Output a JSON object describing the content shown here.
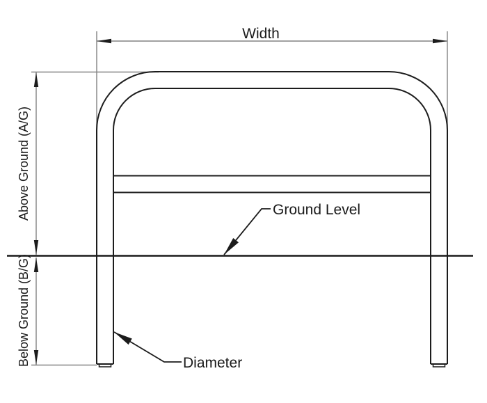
{
  "diagram": {
    "description": "Technical dimension drawing of a hoop barrier with above/below ground dimensions",
    "labels": {
      "width": "Width",
      "above_ground": "Above Ground (A/G)",
      "below_ground": "Below Ground (B/G)",
      "ground_level": "Ground Level",
      "diameter": "Diameter"
    }
  },
  "colors": {
    "background": "#ffffff",
    "drawing_line": "#1c1c1c",
    "dimension_line": "#828282",
    "text": "#1a1a1a"
  }
}
